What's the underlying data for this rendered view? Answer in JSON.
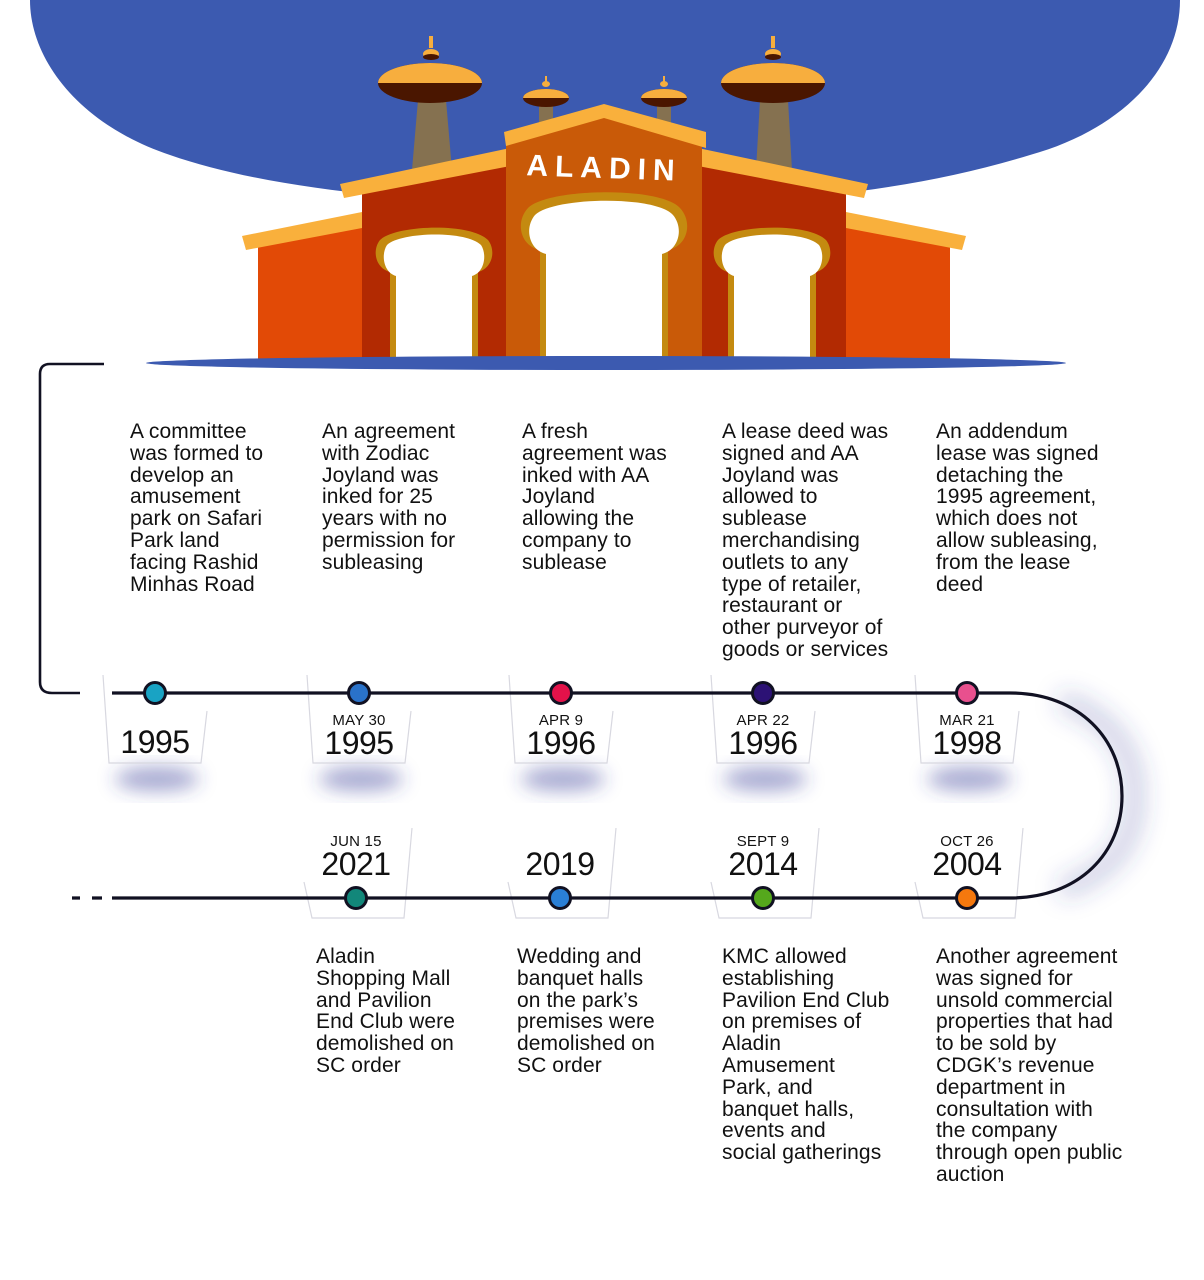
{
  "title": "Aladin Amusement Park timeline",
  "illustration": {
    "sign_text": "ALADIN",
    "colors": {
      "sky": "#3c5ab0",
      "roof": "#f9b03c",
      "wall_outer": "#e24a06",
      "wall_mid": "#b22a02",
      "wall_center": "#c95a08",
      "arch_trim": "#c48a10",
      "tower": "#857150",
      "dome_top": "#f7ae3e",
      "dome_bottom": "#4a1600",
      "ground": "#3c5ab0"
    }
  },
  "colors": {
    "line": "#111122",
    "shadow": "#3a3f9a"
  },
  "events": [
    {
      "month": "",
      "year": "1995",
      "dot_color": "#19a3c4",
      "row": "top",
      "text": "A committee\nwas formed to\ndevelop an\namusement\npark on Safari\nPark land\nfacing Rashid\nMinhas Road"
    },
    {
      "month": "MAY 30",
      "year": "1995",
      "dot_color": "#2a72c9",
      "row": "top",
      "text": "An agreement\nwith Zodiac\nJoyland was\ninked for 25\nyears with no\npermission for\nsubleasing"
    },
    {
      "month": "APR 9",
      "year": "1996",
      "dot_color": "#e3124a",
      "row": "top",
      "text": "A fresh\nagreement was\ninked with AA\nJoyland\nallowing the\ncompany to\nsublease"
    },
    {
      "month": "APR 22",
      "year": "1996",
      "dot_color": "#2c1275",
      "row": "top",
      "text": "A lease deed was\nsigned and AA\nJoyland was\nallowed to\nsublease\nmerchandising\noutlets to any\ntype of retailer,\nrestaurant or\nother purveyor of\ngoods or services"
    },
    {
      "month": "MAR 21",
      "year": "1998",
      "dot_color": "#e8508e",
      "row": "top",
      "text": "An addendum\nlease was signed\ndetaching the\n1995 agreement,\nwhich does not\nallow subleasing,\nfrom the lease\ndeed"
    },
    {
      "month": "OCT 26",
      "year": "2004",
      "dot_color": "#f5780e",
      "row": "bottom",
      "text": "Another agreement\nwas signed for\nunsold commercial\nproperties that had\nto be sold by\nCDGK’s revenue\ndepartment in\nconsultation with\nthe company\nthrough open public\nauction"
    },
    {
      "month": "SEPT 9",
      "year": "2014",
      "dot_color": "#55a81c",
      "row": "bottom",
      "text": "KMC allowed\nestablishing\nPavilion End Club\non premises of\nAladin\nAmusement\nPark, and\nbanquet halls,\nevents and\nsocial gatherings"
    },
    {
      "month": "",
      "year": "2019",
      "dot_color": "#2a7fd6",
      "row": "bottom",
      "text": "Wedding and\nbanquet halls\non the park’s\npremises were\ndemolished on\nSC order"
    },
    {
      "month": "JUN 15",
      "year": "2021",
      "dot_color": "#12877a",
      "row": "bottom",
      "text": "Aladin\nShopping Mall\nand Pavilion\nEnd Club were\ndemolished on\nSC order"
    }
  ]
}
